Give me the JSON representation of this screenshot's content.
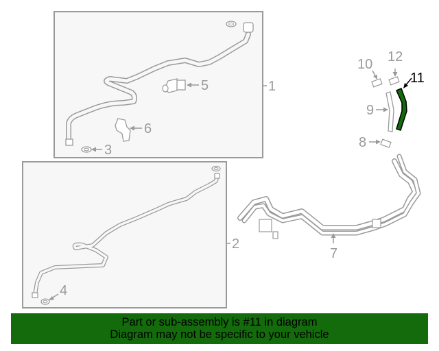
{
  "diagram": {
    "boxes": [
      {
        "id": "assembly-1",
        "label": "1"
      },
      {
        "id": "assembly-2",
        "label": "2"
      }
    ],
    "callouts": [
      {
        "label": "1"
      },
      {
        "label": "2"
      },
      {
        "label": "3"
      },
      {
        "label": "4"
      },
      {
        "label": "5"
      },
      {
        "label": "6"
      },
      {
        "label": "7"
      },
      {
        "label": "8"
      },
      {
        "label": "9"
      },
      {
        "label": "10"
      },
      {
        "label": "11",
        "highlighted": true
      },
      {
        "label": "12"
      }
    ],
    "colors": {
      "line": "#9a9a9a",
      "box_fill": "#f7f7f7",
      "box_border": "#9a9a9a",
      "highlight_part": "#136b0b",
      "highlight_outline": "#000000"
    }
  },
  "banner": {
    "line1": "Part or sub-assembly is #11 in diagram",
    "line2": "Diagram may not be specific to your vehicle",
    "background": "#136b0b"
  }
}
